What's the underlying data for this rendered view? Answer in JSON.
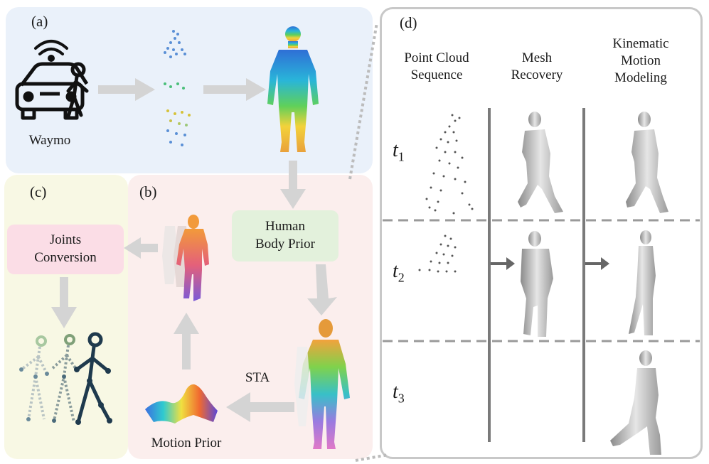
{
  "panel_a": {
    "label": "(a)",
    "caption": "Waymo"
  },
  "panel_b": {
    "label": "(b)",
    "human_body_prior": "Human\nBody Prior",
    "sta": "STA",
    "motion_prior": "Motion Prior"
  },
  "panel_c": {
    "label": "(c)",
    "joints_conversion": "Joints\nConversion"
  },
  "panel_d": {
    "label": "(d)",
    "columns": [
      "Point Cloud\nSequence",
      "Mesh\nRecovery",
      "Kinematic\nMotion\nModeling"
    ],
    "rows": [
      {
        "t": "t",
        "sub": "1"
      },
      {
        "t": "t",
        "sub": "2"
      },
      {
        "t": "t",
        "sub": "3"
      }
    ]
  },
  "colors": {
    "panel_a_bg": "#eaf1fa",
    "panel_b_bg": "#fbeeed",
    "panel_c_bg": "#f8f8e4",
    "human_prior_box": "#e3f1dc",
    "joints_box": "#fbdde6",
    "arrow": "#d4d4d4",
    "skeleton_dark": "#1f3a4d"
  }
}
